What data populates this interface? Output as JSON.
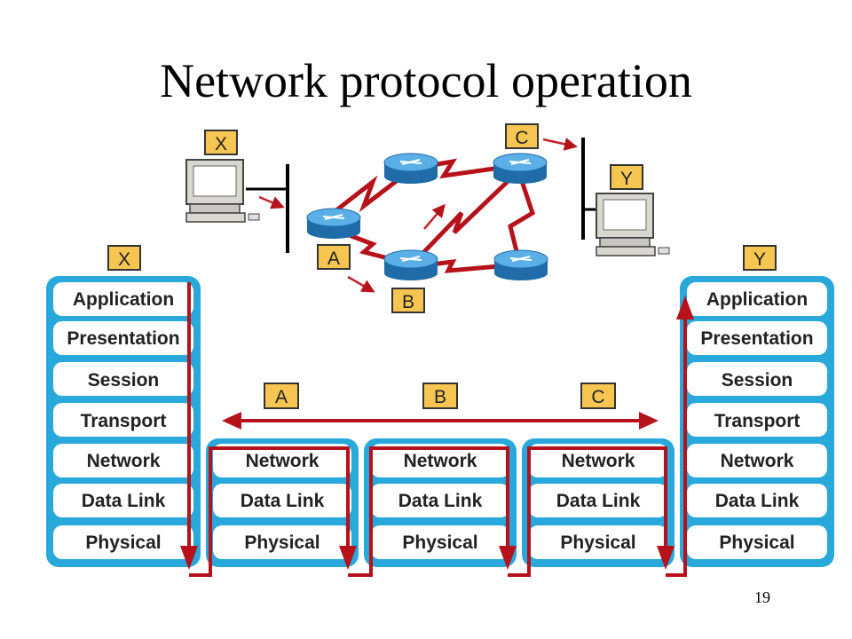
{
  "title": "Network protocol operation",
  "page_number": "19",
  "colors": {
    "frame": "#29a8dc",
    "arrow": "#b5121b",
    "tag_fill": "#f7c652",
    "router": "#2f88c6"
  },
  "hosts": {
    "left": "X",
    "right": "Y"
  },
  "routers": {
    "a": "A",
    "b": "B",
    "c": "C"
  },
  "host_layers": [
    "Application",
    "Presentation",
    "Session",
    "Transport",
    "Network",
    "Data Link",
    "Physical"
  ],
  "router_layers": [
    "Network",
    "Data Link",
    "Physical"
  ],
  "stacks": {
    "x_label": "X",
    "y_label": "Y",
    "router_labels": [
      "A",
      "B",
      "C"
    ]
  },
  "icons": {
    "router": "router-icon",
    "computer": "computer-icon"
  }
}
